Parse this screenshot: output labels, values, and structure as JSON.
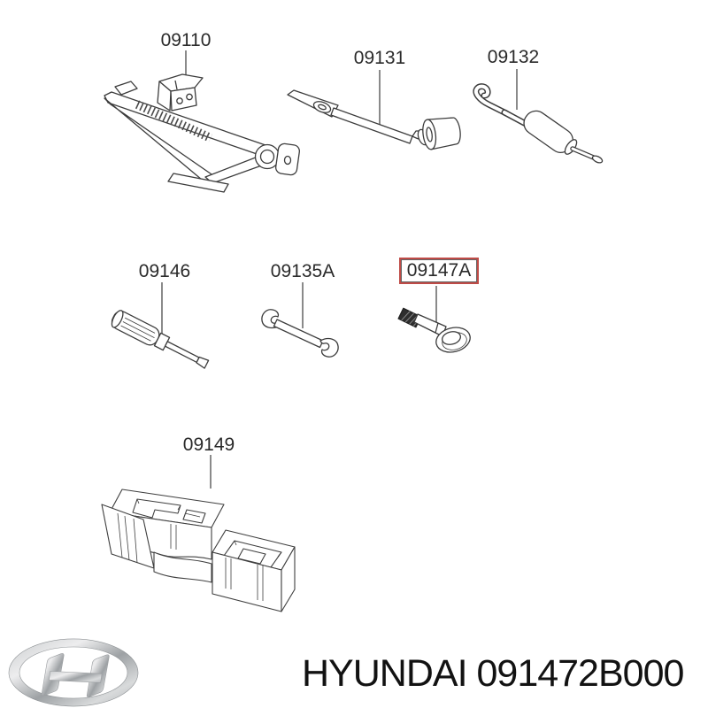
{
  "diagram": {
    "background": "#ffffff",
    "parts": [
      {
        "code": "09110",
        "drawing": "scissor-jack",
        "highlighted": false
      },
      {
        "code": "09131",
        "drawing": "wheel-nut-wrench",
        "highlighted": false
      },
      {
        "code": "09132",
        "drawing": "jack-handle-hook",
        "highlighted": false
      },
      {
        "code": "09146",
        "drawing": "screwdriver",
        "highlighted": false
      },
      {
        "code": "09135A",
        "drawing": "open-end-wrench",
        "highlighted": false
      },
      {
        "code": "09147A",
        "drawing": "towing-eye-bolt",
        "highlighted": true
      },
      {
        "code": "09149",
        "drawing": "tool-storage-tray",
        "highlighted": false
      }
    ],
    "colors": {
      "highlight_box": "#bf4b47",
      "line_art": "#3c3c3c",
      "label_text": "#2a2a2a",
      "leader_line": "#8a8a8a"
    }
  },
  "footer": {
    "brand": "HYUNDAI",
    "part_number": "091472B000",
    "logo": "hyundai-oval-logo"
  }
}
